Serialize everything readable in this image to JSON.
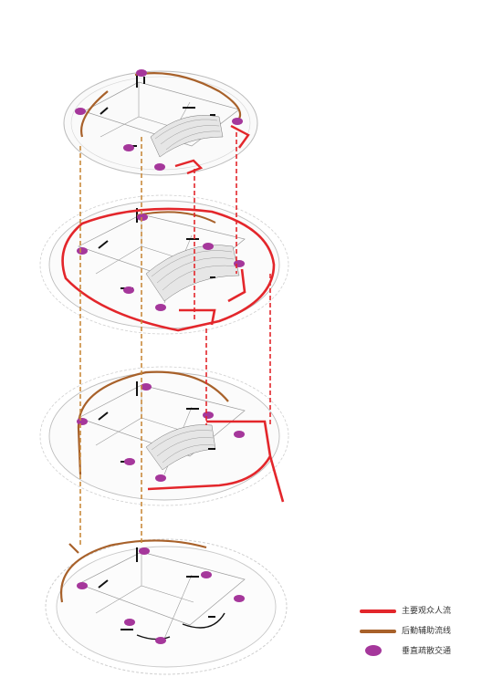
{
  "colors": {
    "main_flow": "#e3262b",
    "service_flow": "#a8612a",
    "vertical_core": "#a5379b",
    "drop_line_brown": "#c98a3c",
    "drop_line_red": "#e3262b",
    "plan_line": "#9a9a9a",
    "wall": "#111111"
  },
  "icons": {
    "vertical_core": "purple-ellipse-icon"
  },
  "legend": {
    "items": [
      {
        "label": "主要观众人流",
        "kind": "line",
        "color": "#e3262b"
      },
      {
        "label": "后勤辅助流线",
        "kind": "line",
        "color": "#a8612a"
      },
      {
        "label": "垂直疏散交通",
        "kind": "dot",
        "color": "#a5379b"
      }
    ]
  }
}
